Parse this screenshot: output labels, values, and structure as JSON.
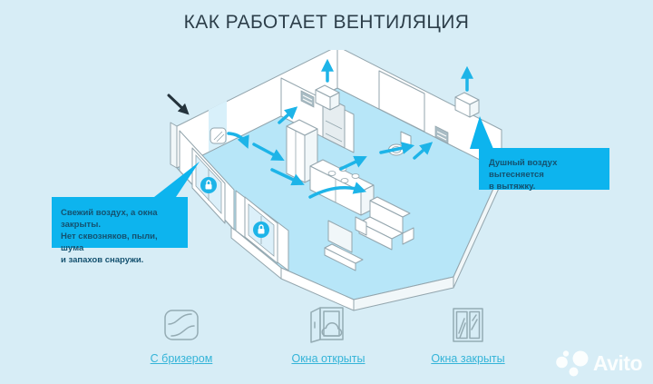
{
  "title": "КАК РАБОТАЕТ ВЕНТИЛЯЦИЯ",
  "callouts": {
    "fresh_air": "Свежий воздух, а окна закрыты.\nНет сквозняков, пыли, шума\nи запахов снаружи.",
    "stale_air": "Душный воздух вытесняется\nв вытяжку."
  },
  "legend": {
    "items": [
      {
        "id": "breather",
        "label": "С бризером"
      },
      {
        "id": "windows-open",
        "label": "Окна открыты"
      },
      {
        "id": "windows-closed",
        "label": "Окна закрыты"
      }
    ]
  },
  "brand": {
    "name": "Avito"
  },
  "colors": {
    "background": "#d7edf6",
    "accent": "#0db4ee",
    "floor": "#b7e6f8",
    "arrow": "#1db4e8",
    "outline": "#93a5ad",
    "title_text": "#2c3e49",
    "callout_text": "#14516f",
    "link": "#34b4d8",
    "dark_arrow": "#24333c"
  }
}
